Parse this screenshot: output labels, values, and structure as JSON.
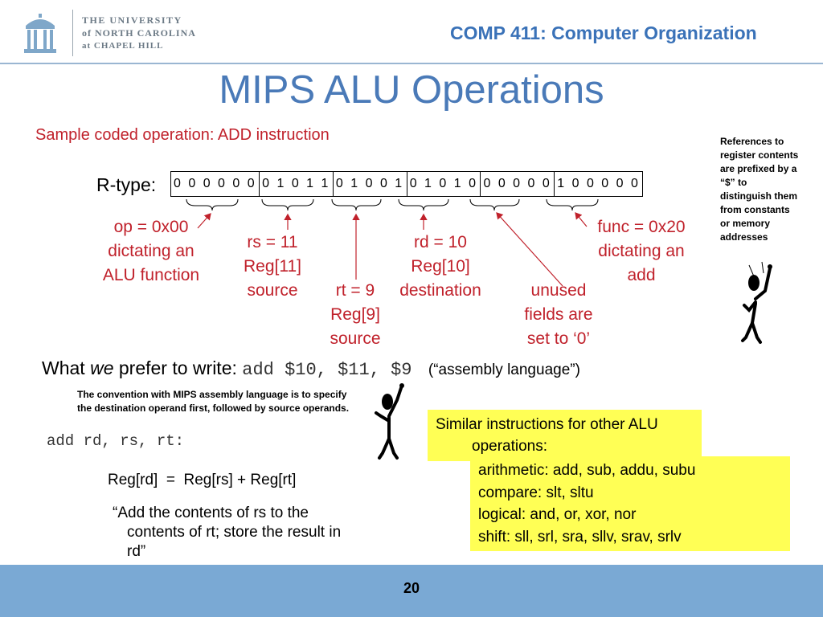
{
  "header": {
    "logo_line1": "THE UNIVERSITY",
    "logo_line2": "of NORTH CAROLINA",
    "logo_line3": "at CHAPEL HILL",
    "course": "COMP 411: Computer Organization"
  },
  "slide": {
    "title": "MIPS ALU Operations",
    "subtitle": "Sample coded operation:  ADD instruction",
    "side_note": [
      "References to",
      "register contents",
      "are prefixed by a",
      "“$” to",
      "distinguish them",
      "from constants",
      "or memory",
      "addresses"
    ],
    "rtype_label": "R-type:",
    "bit_fields": [
      "0 0 0 0 0 0",
      "0 1 0 1 1",
      "0 1 0 0 1",
      "0 1 0 1 0",
      "0 0 0 0 0",
      "1 0 0 0 0 0"
    ],
    "annotations": {
      "op": [
        "op = 0x00",
        "dictating an",
        "ALU function"
      ],
      "rs": [
        "rs = 11",
        "Reg[11]",
        "source"
      ],
      "rt": [
        "rt = 9",
        "Reg[9]",
        "source"
      ],
      "rd": [
        "rd = 10",
        "Reg[10]",
        "destination"
      ],
      "unused": [
        "unused",
        "fields are",
        "set to ‘0’"
      ],
      "func": [
        "func = 0x20",
        "dictating an",
        "add"
      ]
    },
    "prefer": {
      "lead": "What ",
      "emph": "we",
      "rest": " prefer to write:",
      "code": "add $10, $11, $9",
      "open_quote": "(“",
      "lang_text": "assembly language",
      "close_quote": "”)"
    },
    "convention_note": [
      "The convention with MIPS assembly language is to specify",
      "the destination operand first, followed by source operands."
    ],
    "generic_code": "add rd, rs, rt:",
    "formula": "Reg[rd]  =  Reg[rs] + Reg[rt]",
    "description": {
      "line1": "“Add the contents of rs to the",
      "line2": "contents of rt; store the result in",
      "line3": "rd”"
    },
    "yellow_box": {
      "heading1": "Similar instructions for other ALU",
      "heading2": "operations:",
      "items": [
        "arithmetic: add, sub, addu, subu",
        "compare: slt, sltu",
        "logical: and, or, xor, nor",
        "shift: sll, srl, sra, sllv, srav, srlv"
      ]
    }
  },
  "footer": {
    "page": "20"
  },
  "colors": {
    "accent_blue": "#3a72b8",
    "title_blue": "#4a7ab8",
    "red": "#c0212b",
    "highlight": "#ffff55",
    "footer": "#7aa9d4"
  }
}
